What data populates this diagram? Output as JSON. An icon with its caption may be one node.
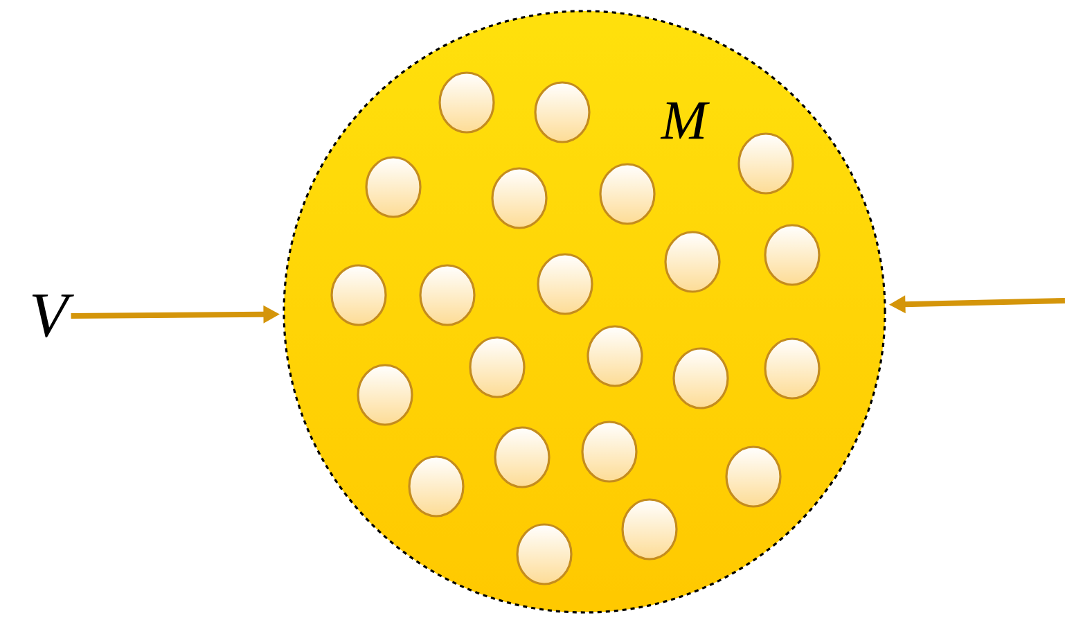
{
  "diagram": {
    "nodes": [
      {
        "text": [
          "M"
        ]
      },
      {
        "text": [
          "V"
        ]
      }
    ],
    "edges": [
      {
        "from": 1,
        "to": 0,
        "arrow": "to"
      },
      {
        "from": null,
        "to": 0,
        "arrow": "to"
      }
    ]
  }
}
